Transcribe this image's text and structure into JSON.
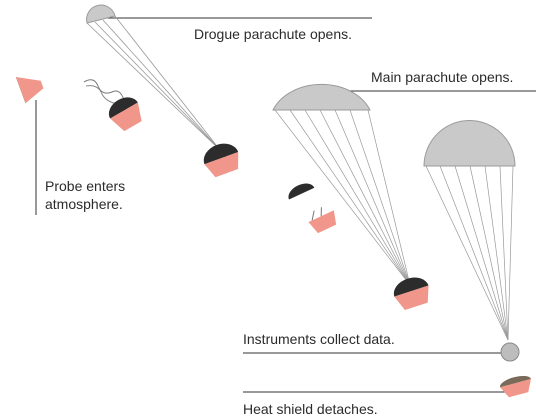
{
  "labels": {
    "drogue": "Drogue parachute opens.",
    "main": "Main parachute opens.",
    "probe_line1": "Probe enters",
    "probe_line2": "atmosphere.",
    "instruments": "Instruments collect data.",
    "heat_shield": "Heat shield detaches."
  },
  "colors": {
    "canopy": "#c9c9c9",
    "canopy_stroke": "#9a9a9a",
    "heat_shield": "#f0968a",
    "probe_dark": "#2c2c2c",
    "line": "#333333"
  }
}
